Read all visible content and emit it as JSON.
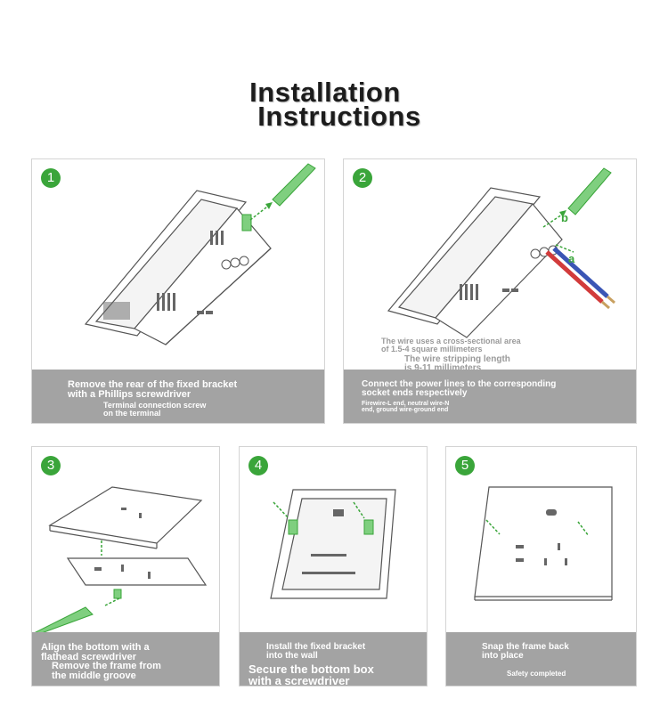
{
  "title": {
    "line1": "Installation",
    "line2": "Instructions"
  },
  "steps": [
    {
      "number": "1",
      "caption_lines": [
        "Remove the rear of the fixed bracket\nwith a Phillips screwdriver",
        "Terminal connection screw\non the terminal"
      ]
    },
    {
      "number": "2",
      "labels": {
        "a": "a",
        "b": "b"
      },
      "notes": [
        "The wire uses a cross-sectional area\nof 1.5-4 square millimeters",
        "The wire stripping length\nis 9-11 millimeters"
      ],
      "caption_lines": [
        "Connect the power lines to the corresponding\nsocket ends respectively",
        "Firewire-L end, neutral wire-N\nend, ground wire-ground end"
      ]
    },
    {
      "number": "3",
      "caption_lines": [
        "Align the bottom with a\nflathead screwdriver",
        "Remove the frame from\nthe middle groove"
      ]
    },
    {
      "number": "4",
      "caption_lines": [
        "Install the fixed bracket\ninto the wall",
        "Secure the bottom box\nwith a screwdriver"
      ]
    },
    {
      "number": "5",
      "caption_lines": [
        "Snap the frame back\ninto place",
        "Safety completed"
      ]
    }
  ],
  "colors": {
    "accent": "#3aa53a",
    "caption_bg": "#a3a3a3",
    "wire_red": "#d23b3b",
    "wire_blue": "#3a55b5"
  }
}
